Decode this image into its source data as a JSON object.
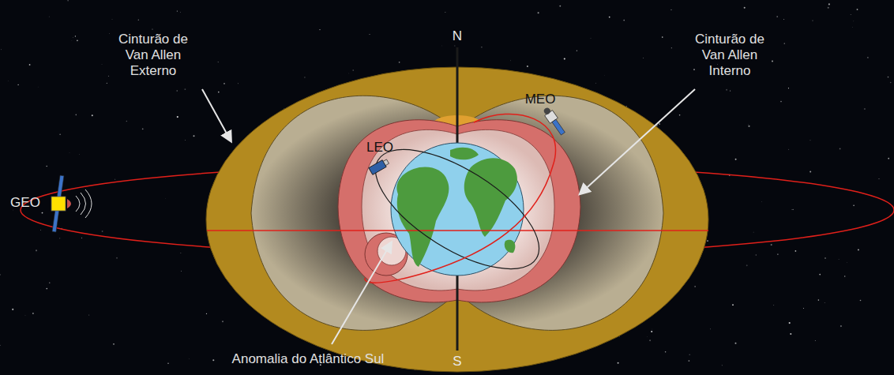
{
  "diagram": {
    "labels": [
      "N",
      "Cinturão de Van Allen Externo",
      "Cinturão de Van Allen Interno",
      "MEO",
      "LEO",
      "GEO",
      "Anomalia do Atlântico Sul",
      "S"
    ]
  }
}
